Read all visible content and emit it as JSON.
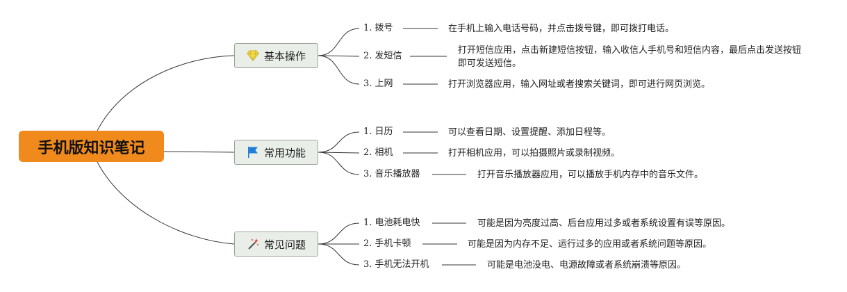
{
  "root": {
    "title": "手机版知识笔记"
  },
  "branches": [
    {
      "title": "基本操作",
      "icon": "gem-icon",
      "items": [
        {
          "label": "1. 拨号",
          "desc": "在手机上输入电话号码，并点击拨号键，即可拨打电话。"
        },
        {
          "label": "2. 发短信",
          "desc": "打开短信应用，点击新建短信按钮，输入收信人手机号和短信内容，最后点击发送按钮即可发送短信。"
        },
        {
          "label": "3. 上网",
          "desc": "打开浏览器应用，输入网址或者搜索关键词，即可进行网页浏览。"
        }
      ]
    },
    {
      "title": "常用功能",
      "icon": "flag-icon",
      "items": [
        {
          "label": "1. 日历",
          "desc": "可以查看日期、设置提醒、添加日程等。"
        },
        {
          "label": "2. 相机",
          "desc": "打开相机应用，可以拍摄照片或录制视频。"
        },
        {
          "label": "3. 音乐播放器",
          "desc": "打开音乐播放器应用，可以播放手机内存中的音乐文件。"
        }
      ]
    },
    {
      "title": "常见问题",
      "icon": "magic-wand-icon",
      "items": [
        {
          "label": "1. 电池耗电快",
          "desc": "可能是因为亮度过高、后台应用过多或者系统设置有误等原因。"
        },
        {
          "label": "2. 手机卡顿",
          "desc": "可能是因为内存不足、运行过多的应用或者系统问题等原因。"
        },
        {
          "label": "3. 手机无法开机",
          "desc": "可能是电池没电、电源故障或者系统崩溃等原因。"
        }
      ]
    }
  ],
  "colors": {
    "root_fill": "#f08a1c",
    "topic_fill": "#e9efe8",
    "topic_border": "#9aa59a",
    "line": "#333333",
    "gem": "#f4e04d",
    "flag": "#1e7fd6",
    "wand": "#d9463b"
  }
}
